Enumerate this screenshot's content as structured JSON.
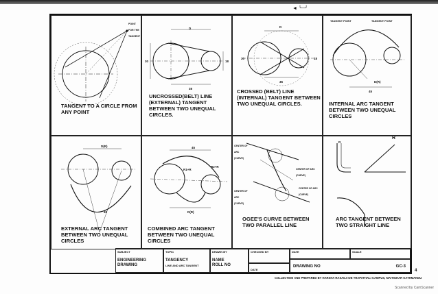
{
  "panels": {
    "p1": {
      "caption": "TANGENT TO A CIRCLE FROM ANY POINT",
      "label1": "POINT FOR THE TANGENT"
    },
    "p2": {
      "caption": "UNCROSSED(BELT) LINE (EXTERNAL) TANGENT BETWEEN TWO UNEQUAL CIRCLES.",
      "d_label": "D",
      "dim1": "30",
      "dim2": "18",
      "dim3": "38"
    },
    "p3": {
      "caption": "CROSSED (BELT) LINE (INTERNAL) TANGENT BETWEEN TWO UNEQUAL CIRCLES.",
      "d_label": "D",
      "dim1": "30",
      "dim2": "18",
      "dim3": "36"
    },
    "p4": {
      "caption": "INTERNAL ARC TANGENT BETWEEN TWO UNEQUAL CIRCLES",
      "tangent_point": "TANGENT POINT",
      "tangent_point2": "TANGENT POINT",
      "dr": "D(R)",
      "dim": "45"
    },
    "p5": {
      "caption": "EXTERNAL ARC TANGENT BETWEEN TWO UNEQUAL CIRCLES",
      "dr": "D(R)",
      "dim": "45"
    },
    "p6": {
      "caption": "COMBINED ARC TANGENT BETWEEN TWO UNEQUAL CIRCLES",
      "dim": "45",
      "dr": "D(R)",
      "r1": "R1+R",
      "r2": "R2+R"
    },
    "p7": {
      "caption": "OGEE'S CURVE BETWEEN TWO PARALLEL LINE",
      "c1": "Center of Arc (Curve)",
      "c2": "Center of Arc (Curve)",
      "c3": "Center of Arc (Curve)",
      "c4": "Center of Arc (Curve)"
    },
    "p8": {
      "caption": "ARC TANGENT BETWEEN TWO STRAIGHT LINE",
      "r": "R"
    }
  },
  "title_block": {
    "subject_h": "SUBJECT",
    "subject_v": "ENGINEERING DRAWING",
    "topic_h": "TOPIC",
    "topic_v": "TANGENCY",
    "topic_sub": "LINE AND ARC TANGENT",
    "drawn_h": "DRAWN BY",
    "drawn_v1": "NAME",
    "drawn_v2": "ROLL NO",
    "checked_h": "CHECKED BY",
    "date_h": "DATE",
    "date2_h": "DATE",
    "scale_h": "SCALE",
    "drawing_no_h": "DRAWING NO",
    "drawing_no_v": "GC-3"
  },
  "footer": "COLLECTION AND PREPARED BY HARSHA RASAILI  IOE THAPATHALI CAMPUS, MAITIGHAR KATHMANDU",
  "scanner": "Scanned by CamScanner",
  "page_mark": "4"
}
